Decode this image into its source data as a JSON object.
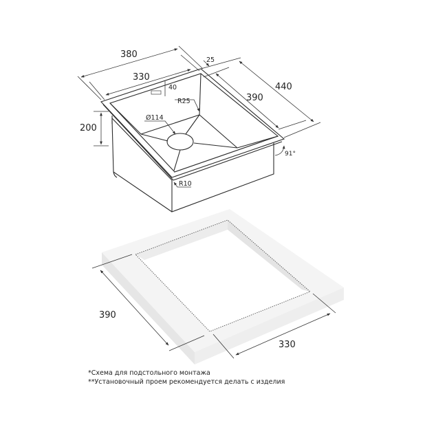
{
  "sink": {
    "dims": {
      "overall_width": "380",
      "bowl_width": "330",
      "rim": "25",
      "overall_depth": "440",
      "bowl_depth": "390",
      "height": "200",
      "overflow": "40",
      "corner_radius": "R25",
      "drain": "Ø114",
      "bottom_radius": "R10",
      "angle": "91°"
    }
  },
  "countertop": {
    "dims": {
      "cutout_depth": "390",
      "cutout_width": "330"
    }
  },
  "notes": [
    "*Схема для подстольного монтажа",
    "**Установочный проем рекомендуется делать с изделия"
  ]
}
